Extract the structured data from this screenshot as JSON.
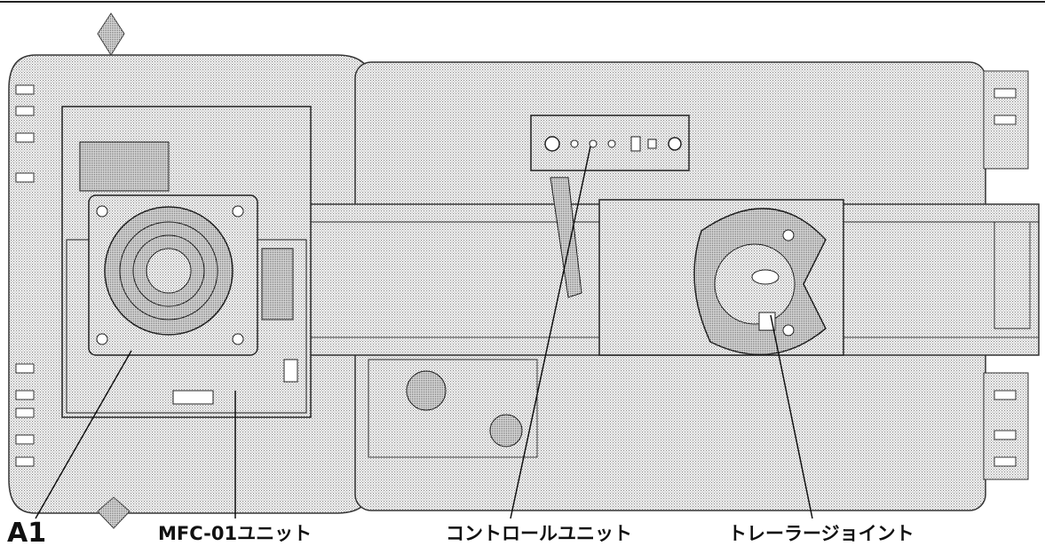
{
  "labels": {
    "a1": "A1",
    "mfc_unit": "MFC-01ユニット",
    "control_unit": "コントロールユニット",
    "trailer_joint": "トレーラージョイント"
  },
  "colors": {
    "stipple": "#b0b0b0",
    "stipple_dark": "#7a7a7a",
    "outline": "#222222",
    "background": "#ffffff"
  },
  "icons": {
    "speaker": "speaker-icon",
    "led": "led-icon",
    "switch": "switch-icon"
  }
}
